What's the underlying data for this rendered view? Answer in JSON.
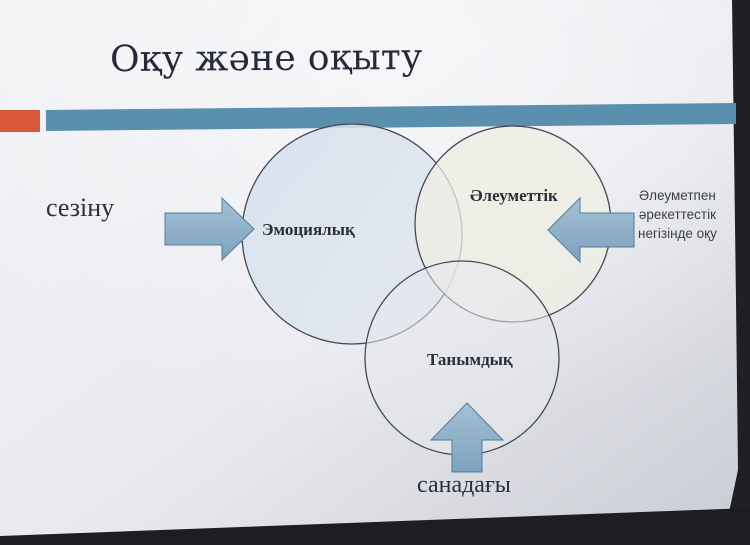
{
  "slide": {
    "title": "Оқу және оқыту",
    "circles": {
      "emotional": "Эмоциялық",
      "social": "Әлеуметтік",
      "cognitive": "Танымдық"
    },
    "left_input": "сезіну",
    "bottom_input": "санадағы",
    "right_input": {
      "line1": "Әлеуметпен",
      "line2": "әрекеттестік",
      "line3": "негізінде оқу"
    }
  },
  "colors": {
    "slide_background": "#e9eaee",
    "accent_orange": "#d9593a",
    "accent_bar_blue": "#5a8fae",
    "arrow_fill": "#8fb0c8",
    "arrow_stroke": "#4f7ea0",
    "circle_stroke": "#444a55",
    "circle_left_fill": "#dbe4ee",
    "circle_right_fill": "#efefe3",
    "text": "#2b2f3a"
  },
  "icons": [
    "arrow-right-icon",
    "arrow-left-icon",
    "arrow-up-icon"
  ]
}
